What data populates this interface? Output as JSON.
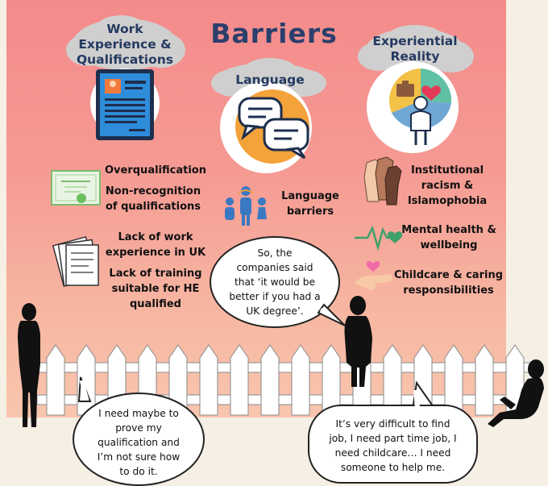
{
  "title": "Barriers",
  "sections": {
    "work": {
      "title_line1": "Work",
      "title_line2": "Experience &",
      "title_line3": "Qualifications",
      "items": [
        "Overqualification",
        "Non-recognition",
        "of qualifications",
        "Lack of work",
        "experience in UK",
        "Lack of training",
        "suitable for HE",
        "qualified"
      ]
    },
    "language": {
      "title": "Language",
      "items": [
        "Language",
        "barriers"
      ]
    },
    "reality": {
      "title_line1": "Experiential",
      "title_line2": "Reality",
      "items": [
        "Institutional",
        "racism &",
        "Islamophobia",
        "Mental health &",
        "wellbeing",
        "Childcare & caring",
        "responsibilities"
      ]
    }
  },
  "quotes": {
    "middle": [
      "So, the",
      "companies said",
      "that ‘it would be",
      "better if you had a",
      "UK degree’."
    ],
    "left": [
      "I need maybe to",
      "prove my",
      "qualification and",
      "I’m not sure how",
      "to do it."
    ],
    "right": [
      "It’s very difficult to find",
      "job, I need part time job, I",
      "need childcare… I need",
      "someone to help me."
    ]
  },
  "icons": [
    "document-icon",
    "chat-bubbles-icon",
    "person-with-briefcase-and-heart-icon",
    "certificate-icon",
    "papers-icon",
    "group-of-people-icon",
    "raised-fists-icon",
    "heartbeat-icon",
    "hand-with-heart-icon"
  ],
  "colors": {
    "title": "#2b3f6c",
    "wall_top": "#f48b8b",
    "wall_bottom": "#f8c6ae",
    "fence": "#ffffff",
    "floor": "#f6efe4"
  }
}
